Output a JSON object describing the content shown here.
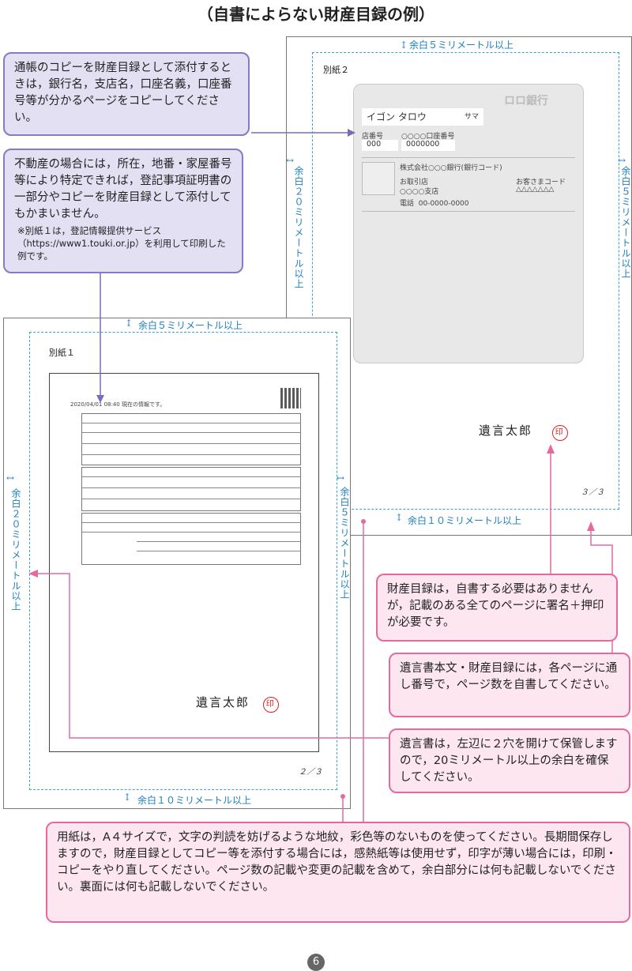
{
  "title": "（自書によらない財産目録の例）",
  "margins": {
    "top5": "余白５ミリメートル以上",
    "left20": "余白２０ミリメートル以上",
    "right5": "余白５ミリメートル以上",
    "bottom10": "余白１０ミリメートル以上"
  },
  "sheet1": {
    "label": "別紙１",
    "page": "２／３",
    "doc_date": "2020/04/01  08:40  現在の情報です。"
  },
  "sheet2": {
    "label": "別紙２",
    "page": "３／３"
  },
  "signature": {
    "name": "遺言太郎",
    "seal": "印"
  },
  "bankbook": {
    "bank": "ロロ銀行",
    "holder": "イゴン タロウ",
    "honorific": "サマ",
    "branch_no_label": "店番号",
    "branch_no": "000",
    "account_no_label": "○○○○口座番号",
    "account_no": "0000000",
    "company": "株式会社○○○銀行(銀行コード)",
    "store_label": "お取引店",
    "store": "○○○○支店",
    "customer_code_label": "お客さまコード",
    "customer_code": "△△△△△△△",
    "phone_label": "電話",
    "phone": "00-0000-0000"
  },
  "callouts": {
    "c1": "通帳のコピーを財産目録として添付するときは，銀行名，支店名，口座名義，口座番号等が分かるページをコピーしてください。",
    "c2": "不動産の場合には，所在，地番・家屋番号等により特定できれば，登記事項証明書の一部分やコピーを財産目録として添付してもかまいません。",
    "c2_note": "※別紙１は，登記情報提供サービス（https://www1.touki.or.jp）を利用して印刷した例です。",
    "c3": "財産目録は，自書する必要はありませんが，記載のある全てのページに署名＋押印が必要です。",
    "c4": "遺言書本文・財産目録には，各ページに通し番号で，ページ数を自書してください。",
    "c5": "遺言書は，左辺に２穴を開けて保管しますので，20ミリメートル以上の余白を確保してください。",
    "c6": "用紙は，A４サイズで，文字の判読を妨げるような地紋，彩色等のないものを使ってください。長期間保存しますので，財産目録としてコピー等を添付する場合には，感熱紙等は使用せず，印字が薄い場合には，印刷・コピーをやり直してください。ページ数の記載や変更の記載を含めて，余白部分には何も記載しないでください。裏面には何も記載しないでください。"
  },
  "footer": {
    "page_number": "6"
  }
}
